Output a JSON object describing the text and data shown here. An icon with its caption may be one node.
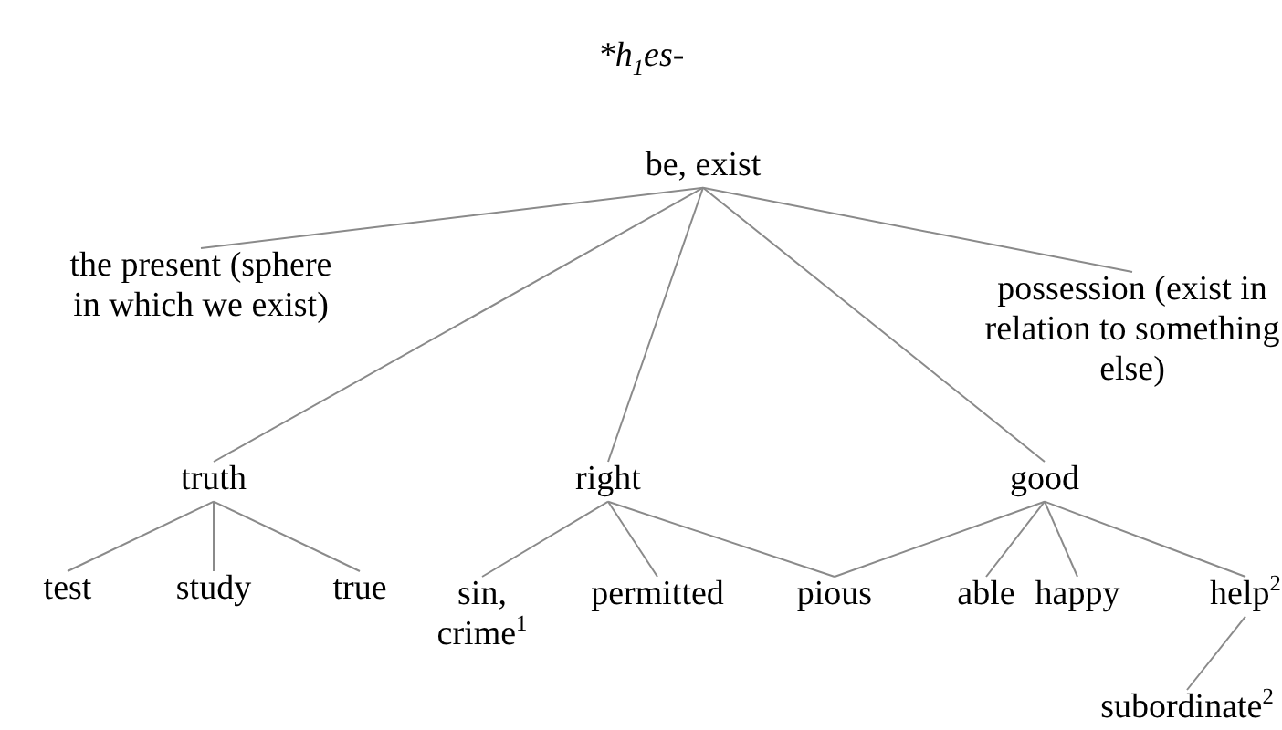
{
  "diagram": {
    "title": "*h$_{1}$es-",
    "nodes": [
      {
        "text": [
          "be, exist"
        ]
      },
      {
        "text": [
          "the present (sphere in which we exist)"
        ]
      },
      {
        "text": [
          "possession (exist in relation to something else)"
        ]
      },
      {
        "text": [
          "truth"
        ]
      },
      {
        "text": [
          "right"
        ]
      },
      {
        "text": [
          "good"
        ]
      },
      {
        "text": [
          "test"
        ]
      },
      {
        "text": [
          "study"
        ]
      },
      {
        "text": [
          "true"
        ]
      },
      {
        "text": [
          "sin, crime$^{1}$"
        ]
      },
      {
        "text": [
          "permitted"
        ]
      },
      {
        "text": [
          "pious"
        ]
      },
      {
        "text": [
          "able"
        ]
      },
      {
        "text": [
          "happy"
        ]
      },
      {
        "text": [
          "help$^{2}$"
        ]
      },
      {
        "text": [
          "subordinate$^{2}$"
        ]
      }
    ],
    "edges": [
      {
        "from": 0,
        "to": 1,
        "arrow": "none"
      },
      {
        "from": 0,
        "to": 3,
        "arrow": "none"
      },
      {
        "from": 0,
        "to": 4,
        "arrow": "none"
      },
      {
        "from": 0,
        "to": 5,
        "arrow": "none"
      },
      {
        "from": 0,
        "to": 2,
        "arrow": "none"
      },
      {
        "from": 3,
        "to": 6,
        "arrow": "none"
      },
      {
        "from": 3,
        "to": 7,
        "arrow": "none"
      },
      {
        "from": 3,
        "to": 8,
        "arrow": "none"
      },
      {
        "from": 4,
        "to": 9,
        "arrow": "none"
      },
      {
        "from": 4,
        "to": 10,
        "arrow": "none"
      },
      {
        "from": 4,
        "to": 11,
        "arrow": "none"
      },
      {
        "from": 5,
        "to": 11,
        "arrow": "none"
      },
      {
        "from": 5,
        "to": 12,
        "arrow": "none"
      },
      {
        "from": 5,
        "to": 13,
        "arrow": "none"
      },
      {
        "from": 5,
        "to": 14,
        "arrow": "none"
      },
      {
        "from": 14,
        "to": 15,
        "arrow": "none"
      }
    ]
  }
}
